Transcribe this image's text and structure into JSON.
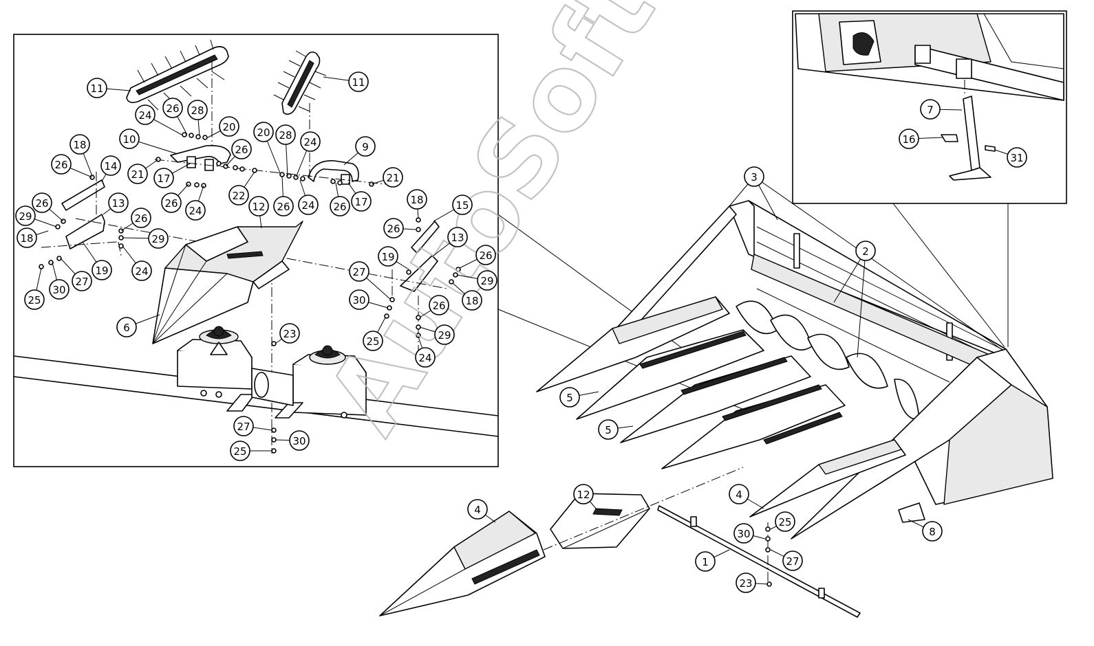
{
  "watermark": "AutoSoft",
  "callouts": [
    {
      "id": "c1",
      "label": "11"
    },
    {
      "id": "c2",
      "label": "11"
    },
    {
      "id": "c3",
      "label": "24"
    },
    {
      "id": "c4",
      "label": "26"
    },
    {
      "id": "c5",
      "label": "28"
    },
    {
      "id": "c6",
      "label": "20"
    },
    {
      "id": "c7",
      "label": "20"
    },
    {
      "id": "c8",
      "label": "28"
    },
    {
      "id": "c9",
      "label": "24"
    },
    {
      "id": "c10",
      "label": "9"
    },
    {
      "id": "c11",
      "label": "18"
    },
    {
      "id": "c12",
      "label": "10"
    },
    {
      "id": "c13",
      "label": "26"
    },
    {
      "id": "c14",
      "label": "14"
    },
    {
      "id": "c15",
      "label": "21"
    },
    {
      "id": "c16",
      "label": "17"
    },
    {
      "id": "c17",
      "label": "26"
    },
    {
      "id": "c18",
      "label": "24"
    },
    {
      "id": "c19",
      "label": "26"
    },
    {
      "id": "c20",
      "label": "22"
    },
    {
      "id": "c21",
      "label": "26"
    },
    {
      "id": "c22",
      "label": "24"
    },
    {
      "id": "c23",
      "label": "26"
    },
    {
      "id": "c24",
      "label": "17"
    },
    {
      "id": "c25",
      "label": "21"
    },
    {
      "id": "c26",
      "label": "12"
    },
    {
      "id": "c27",
      "label": "26"
    },
    {
      "id": "c28",
      "label": "13"
    },
    {
      "id": "c29",
      "label": "29"
    },
    {
      "id": "c30",
      "label": "18"
    },
    {
      "id": "c31",
      "label": "26"
    },
    {
      "id": "c32",
      "label": "29"
    },
    {
      "id": "c33",
      "label": "19"
    },
    {
      "id": "c34",
      "label": "24"
    },
    {
      "id": "c35",
      "label": "27"
    },
    {
      "id": "c36",
      "label": "30"
    },
    {
      "id": "c37",
      "label": "25"
    },
    {
      "id": "c38",
      "label": "6"
    },
    {
      "id": "c39",
      "label": "18"
    },
    {
      "id": "c40",
      "label": "15"
    },
    {
      "id": "c41",
      "label": "26"
    },
    {
      "id": "c42",
      "label": "13"
    },
    {
      "id": "c43",
      "label": "19"
    },
    {
      "id": "c44",
      "label": "26"
    },
    {
      "id": "c45",
      "label": "27"
    },
    {
      "id": "c46",
      "label": "29"
    },
    {
      "id": "c47",
      "label": "30"
    },
    {
      "id": "c48",
      "label": "18"
    },
    {
      "id": "c49",
      "label": "26"
    },
    {
      "id": "c50",
      "label": "25"
    },
    {
      "id": "c51",
      "label": "29"
    },
    {
      "id": "c52",
      "label": "24"
    },
    {
      "id": "c53",
      "label": "23"
    },
    {
      "id": "c54",
      "label": "27"
    },
    {
      "id": "c55",
      "label": "30"
    },
    {
      "id": "c56",
      "label": "25"
    },
    {
      "id": "c57",
      "label": "7"
    },
    {
      "id": "c58",
      "label": "16"
    },
    {
      "id": "c59",
      "label": "31"
    },
    {
      "id": "c60",
      "label": "3"
    },
    {
      "id": "c61",
      "label": "2"
    },
    {
      "id": "c62",
      "label": "5"
    },
    {
      "id": "c63",
      "label": "5"
    },
    {
      "id": "c64",
      "label": "4"
    },
    {
      "id": "c65",
      "label": "12"
    },
    {
      "id": "c66",
      "label": "4"
    },
    {
      "id": "c67",
      "label": "25"
    },
    {
      "id": "c68",
      "label": "30"
    },
    {
      "id": "c69",
      "label": "8"
    },
    {
      "id": "c70",
      "label": "1"
    },
    {
      "id": "c71",
      "label": "27"
    },
    {
      "id": "c72",
      "label": "23"
    }
  ]
}
